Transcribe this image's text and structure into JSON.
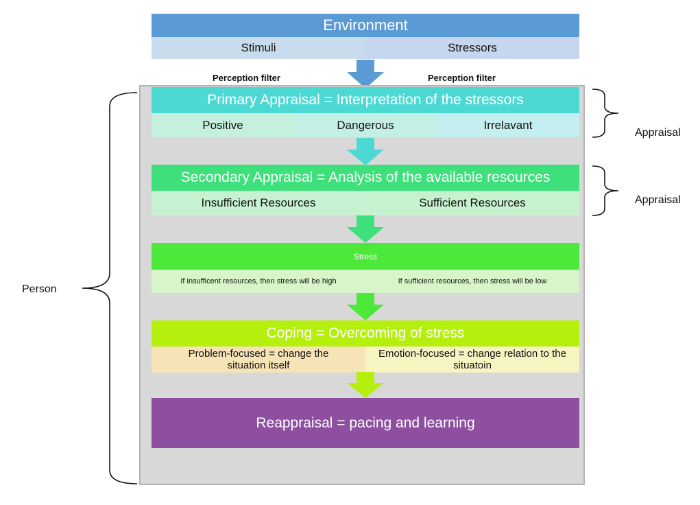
{
  "environment": {
    "title": "Environment",
    "left": "Stimuli",
    "right": "Stressors"
  },
  "perception_filter": {
    "left": "Perception filter",
    "right": "Perception filter"
  },
  "primary": {
    "title": "Primary Appraisal = Interpretation of the stressors",
    "cells": [
      "Positive",
      "Dangerous",
      "Irrelavant"
    ]
  },
  "secondary": {
    "title": "Secondary Appraisal = Analysis of the available resources",
    "cells": [
      "Insufficient Resources",
      "Sufficient Resources"
    ]
  },
  "stress": {
    "title": "Stress",
    "cells": [
      "If insufficent resources, then stress will be high",
      "If sufficient resources, then stress will be low"
    ]
  },
  "coping": {
    "title": "Coping = Overcoming of stress",
    "cells": [
      "Problem-focused = change the situation itself",
      "Emotion-focused = change relation to the situatoin"
    ]
  },
  "reappraisal": {
    "title": "Reappraisal = pacing and learning"
  },
  "side_labels": {
    "appraisal_1": "Appraisal",
    "appraisal_2": "Appraisal",
    "person": "Person"
  },
  "colors": {
    "environment": "#5b9bd5",
    "primary": "#4dd9d3",
    "secondary": "#3de07a",
    "stress": "#4ce83a",
    "coping": "#b5ef0e",
    "reappraisal": "#8e4fa0"
  }
}
